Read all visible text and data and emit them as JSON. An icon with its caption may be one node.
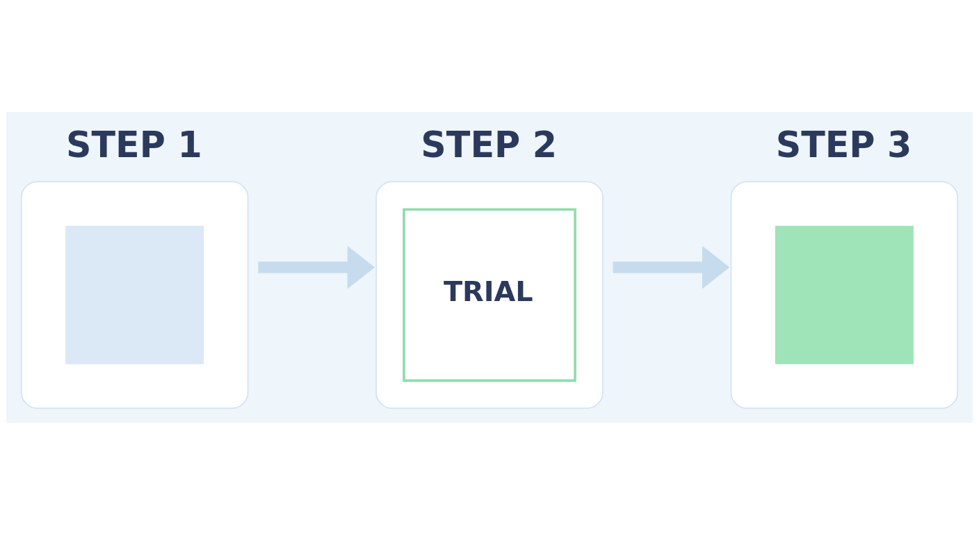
{
  "diagram": {
    "nodes": [
      {
        "text": [
          "STEP 1"
        ]
      },
      {
        "text": [
          "STEP 2",
          "TRIAL"
        ]
      },
      {
        "text": [
          "STEP 3"
        ]
      }
    ],
    "edges": [
      {
        "from": 0,
        "to": 1,
        "arrow": "to"
      },
      {
        "from": 1,
        "to": 2,
        "arrow": "to"
      }
    ]
  }
}
